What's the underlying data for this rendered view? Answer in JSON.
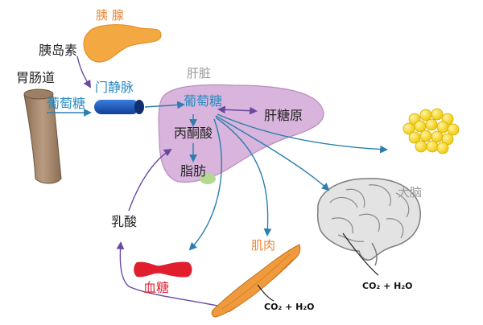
{
  "labels": {
    "pancreas": "胰 腺",
    "insulin": "胰岛素",
    "gut": "胃肠道",
    "portal_vein": "门静脉",
    "glucose_portal": "葡萄糖",
    "liver": "肝脏",
    "glucose_liver": "葡萄糖",
    "glycogen": "肝糖原",
    "pyruvate": "丙酮酸",
    "fat": "脂肪",
    "lactate": "乳酸",
    "blood_sugar": "血糖",
    "muscle": "肌肉",
    "brain": "大脑",
    "co2_muscle": "CO₂ + H₂O",
    "co2_brain": "CO₂ + H₂O"
  },
  "colors": {
    "arrow_blue": "#2b7fae",
    "arrow_purple": "#6a4aa0",
    "liver_fill": "#d9b4dc",
    "pancreas_fill": "#f3a841",
    "fat_fill": "#f5d320",
    "gut_fill": "#a98c72",
    "vein_fill": "#1e5fbf",
    "blood_fill": "#e11e2e",
    "muscle_fill": "#ef9a3c",
    "brain_fill": "#e3e3e3"
  }
}
